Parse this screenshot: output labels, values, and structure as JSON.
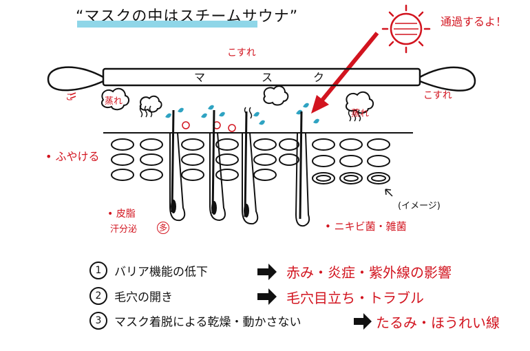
{
  "title": "“マスクの中はスチームサウナ”",
  "mask_label": [
    "マ",
    "ス",
    "ク"
  ],
  "sun_label": "通過するよ！",
  "labels": {
    "friction_top": "こすれ",
    "friction_left": "こ",
    "friction_right": "こすれ",
    "steam_left": "蒸れ",
    "steam_right": "蒸れ",
    "fuyakeru": "ふやける",
    "image_note": "(イメージ)",
    "sebum_1": "皮脂",
    "sebum_2": "汗分泌",
    "sebum_3": "多",
    "acne": "ニキビ菌・雑菌"
  },
  "rows": [
    {
      "num": "1",
      "cause": "バリア機能の低下",
      "effect": "赤み・炎症・紫外線の影響"
    },
    {
      "num": "2",
      "cause": "毛穴の開き",
      "effect": "毛穴目立ち・トラブル"
    },
    {
      "num": "3",
      "cause": "マスク着脱による乾燥・動かさない",
      "effect": "たるみ・ほうれい線"
    }
  ],
  "colors": {
    "accent_red": "#d2141f",
    "title_highlight": "#8fd6e8",
    "droplet": "#2fa3c2"
  }
}
